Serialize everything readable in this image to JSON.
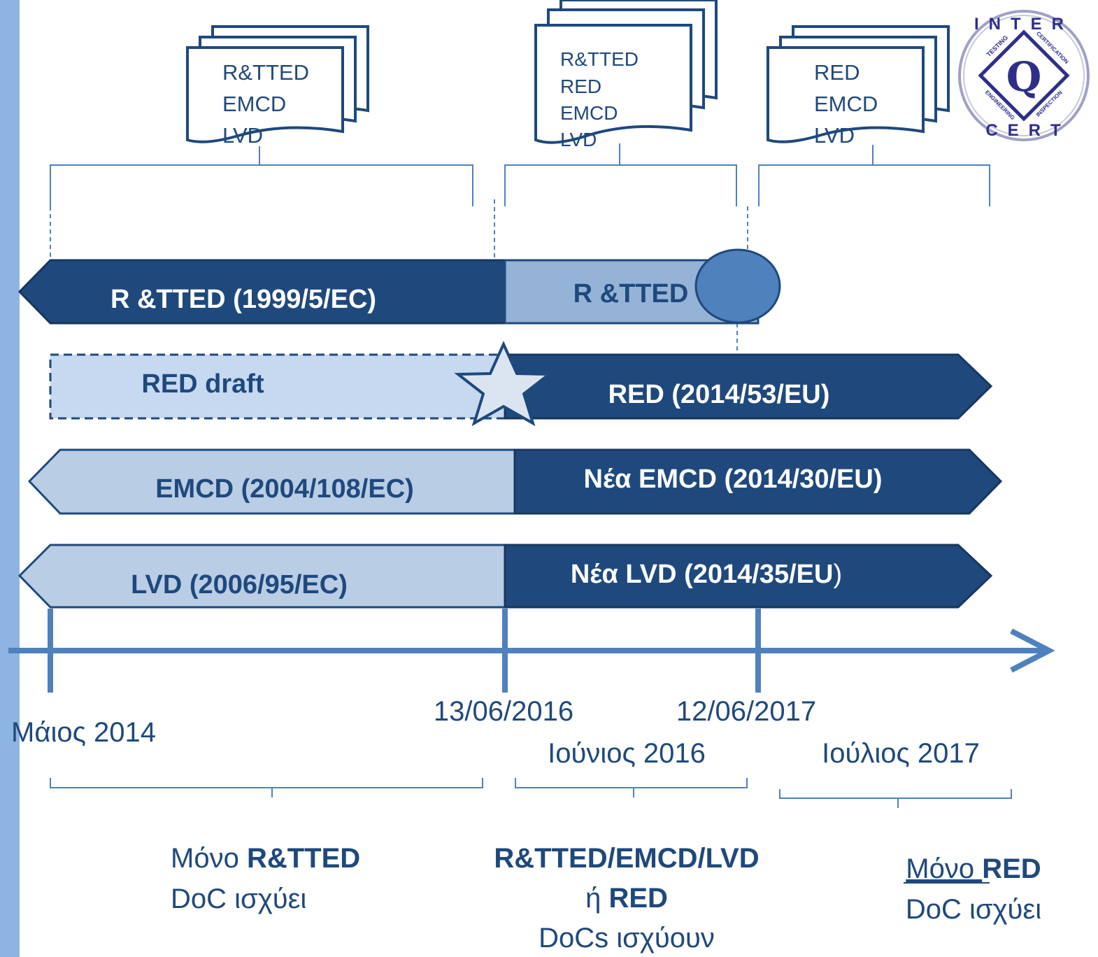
{
  "colors": {
    "dark_blue": "#1f497d",
    "mid_blue": "#4f81bd",
    "light_blue": "#b9cde5",
    "pale_blue": "#c6d9f1",
    "side_bar": "#8eb4e3"
  },
  "documents": [
    {
      "lines": [
        "R&TTED",
        "EMCD",
        "LVD"
      ]
    },
    {
      "lines": [
        "R&TTED",
        "RED",
        "EMCD",
        "LVD"
      ]
    },
    {
      "lines": [
        "RED",
        "EMCD",
        "LVD"
      ]
    }
  ],
  "bars": {
    "rtted_old": "R &TTED (1999/5/EC)",
    "rtted_transition": "R &TTED",
    "red_draft": "RED draft",
    "red_new": "RED (2014/53/EU)",
    "emcd_old": "EMCD (2004/108/EC)",
    "emcd_new": "Νέα EMCD (2014/30/EU)",
    "lvd_old": "LVD (2006/95/EC)",
    "lvd_new_main": "Νέα LVD (2014/35/EU",
    "lvd_new_paren": ")"
  },
  "timeline": {
    "date_may_2014": "Μάιος 2014",
    "date_13_06_2016": "13/06/2016",
    "date_12_06_2017": "12/06/2017",
    "date_june_2016": "Ιούνιος 2016",
    "date_july_2017": "Ιούλιος 2017"
  },
  "periods": {
    "p1_line1_normal": "Μόνο ",
    "p1_line1_bold": "R&TTED",
    "p1_line2": "DoC ισχύει",
    "p2_line1_bold": "R&TTED/EMCD/LVD",
    "p2_line2_normal": "ή ",
    "p2_line2_bold": "RED",
    "p2_line3": "DoCs ισχύουν",
    "p3_line1_normal": "Μόνο ",
    "p3_line1_bold": "RED",
    "p3_line2": "DoC ισχύει"
  },
  "logo": {
    "top_text": "INTER",
    "bottom_text": "CERT",
    "left_text": "TESTING",
    "right_text": "CERTIFICATION",
    "lower_left_text": "ENGINEERING",
    "lower_right_text": "INSPECTION",
    "center_letter": "Q"
  }
}
